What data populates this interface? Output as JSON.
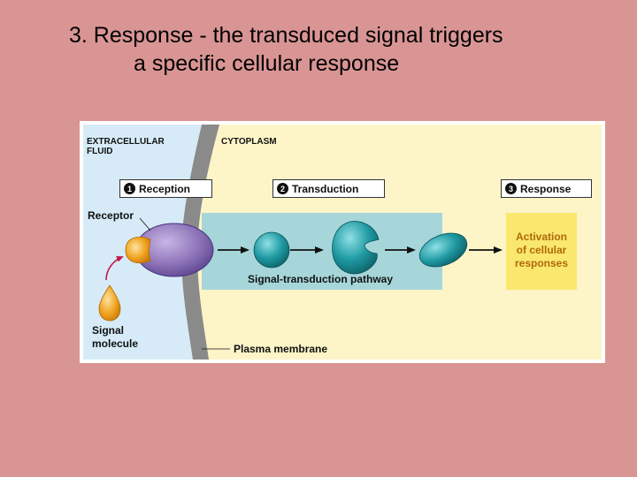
{
  "slide": {
    "title_line1": "3.  Response - the transduced signal triggers",
    "title_line2": "a specific cellular response"
  },
  "figure": {
    "extracellular_line1": "EXTRACELLULAR",
    "extracellular_line2": "FLUID",
    "cytoplasm": "CYTOPLASM",
    "stages": [
      {
        "num": "1",
        "label": "Reception"
      },
      {
        "num": "2",
        "label": "Transduction"
      },
      {
        "num": "3",
        "label": "Response"
      }
    ],
    "receptor": "Receptor",
    "signal_line1": "Signal",
    "signal_line2": "molecule",
    "pathway": "Signal-transduction pathway",
    "membrane": "Plasma membrane",
    "response_line1": "Activation",
    "response_line2": "of cellular",
    "response_line3": "responses",
    "colors": {
      "extracellular": "#d6ebf7",
      "cytoplasm": "#fdf4c8",
      "membrane": "#8a8a8a",
      "pathway": "#a6d6d9",
      "response": "#fae76e",
      "receptor": "#8e74b8",
      "signal": "#f0a21e",
      "relay": "#1f9aa3"
    }
  }
}
